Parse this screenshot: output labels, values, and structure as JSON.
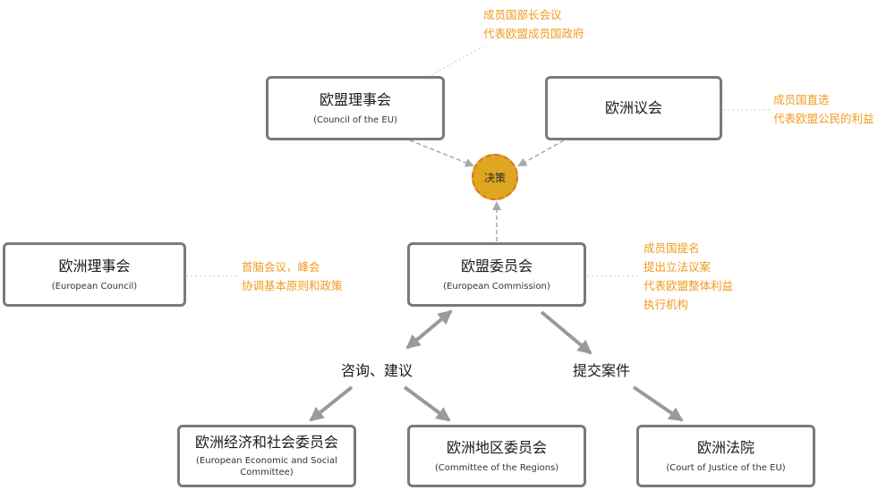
{
  "nodes": {
    "council_eu": {
      "title": "欧盟理事会",
      "subtitle": "(Council of the EU)"
    },
    "parliament": {
      "title": "欧洲议会"
    },
    "european_council": {
      "title": "欧洲理事会",
      "subtitle": "(European Council)"
    },
    "commission": {
      "title": "欧盟委员会",
      "subtitle": "(European Commission)"
    },
    "eesc": {
      "title": "欧洲经济和社会委员会",
      "subtitle_line1": "(European Economic and Social",
      "subtitle_line2": "Committee)"
    },
    "regions": {
      "title": "欧洲地区委员会",
      "subtitle": "(Committee of the Regions)"
    },
    "court": {
      "title": "欧洲法院",
      "subtitle": "(Court of Justice of the EU)"
    }
  },
  "decision": {
    "label": "决策"
  },
  "edge_labels": {
    "consult": "咨询、建议",
    "submit": "提交案件"
  },
  "notes": {
    "council_eu": [
      "成员国部长会议",
      "代表欧盟成员国政府"
    ],
    "parliament": [
      "成员国直选",
      "代表欧盟公民的利益"
    ],
    "european_council": [
      "首脑会议，峰会",
      "协调基本原则和政策"
    ],
    "commission": [
      "成员国提名",
      "提出立法议案",
      "代表欧盟整体利益",
      "执行机构"
    ]
  },
  "colors": {
    "box_border": "#7a7a7a",
    "note_text": "#f29a1e",
    "decision_fill": "#dfa622",
    "decision_border": "#e26f20",
    "arrow": "#9a9a9a",
    "dotted": "#c8c8c8"
  }
}
